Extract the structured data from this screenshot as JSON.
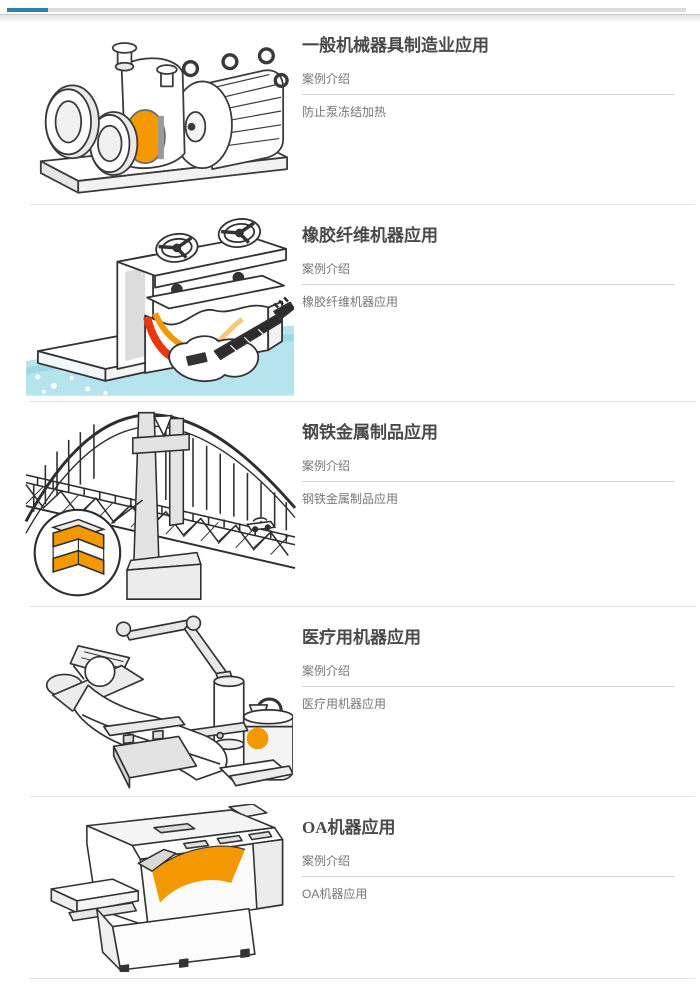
{
  "page": {
    "tab_bar": {
      "active_indicator_color": "#2e7eb0",
      "track_color": "#dcdcdc"
    },
    "accent_orange": "#f39800",
    "accent_red_orange": "#e8380d",
    "water_blue": "#b5e3ee",
    "sections": [
      {
        "title": "一般机械器具制造业应用",
        "label": "案例介绍",
        "description": "防止泵冻结加热",
        "illustration": "pump-and-motor-illustration"
      },
      {
        "title": "橡胶纤维机器应用",
        "label": "案例介绍",
        "description": "橡胶纤维机器应用",
        "illustration": "press-machine-guitar-illustration"
      },
      {
        "title": "钢铁金属制品应用",
        "label": "案例介绍",
        "description": "钢铁金属制品应用",
        "illustration": "suspension-bridge-illustration"
      },
      {
        "title": "医疗用机器应用",
        "label": "案例介绍",
        "description": "医疗用机器应用",
        "illustration": "dental-chair-illustration"
      },
      {
        "title": "OA机器应用",
        "label": "案例介绍",
        "description": "OA机器应用",
        "illustration": "copier-illustration"
      }
    ]
  }
}
